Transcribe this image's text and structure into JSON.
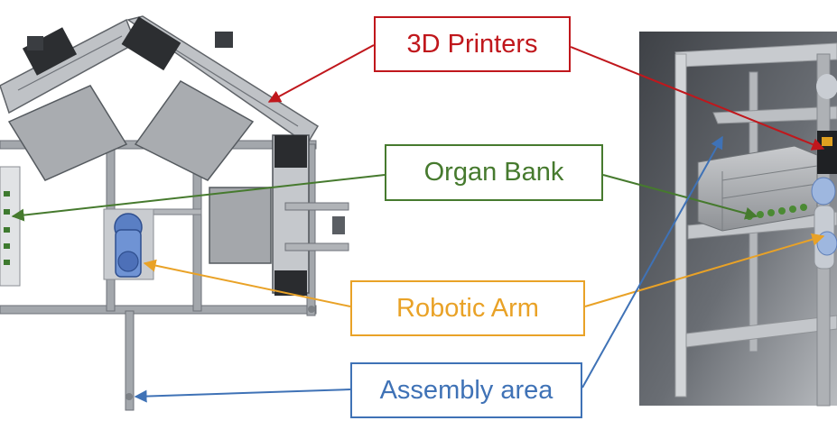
{
  "colors": {
    "printers": "#c0171c",
    "organ_bank": "#467a2e",
    "robotic_arm": "#e9a227",
    "assembly_area": "#3f72b6",
    "frame": "#9ea2a7",
    "frame_dark": "#6e7278",
    "render_bg": "#4e5257"
  },
  "labels": {
    "printers": "3D Printers",
    "organ_bank": "Organ Bank",
    "robotic_arm": "Robotic Arm",
    "assembly_area": "Assembly area"
  },
  "icons": [
    "cad-top-view-drawing",
    "render-3d-view-image"
  ]
}
